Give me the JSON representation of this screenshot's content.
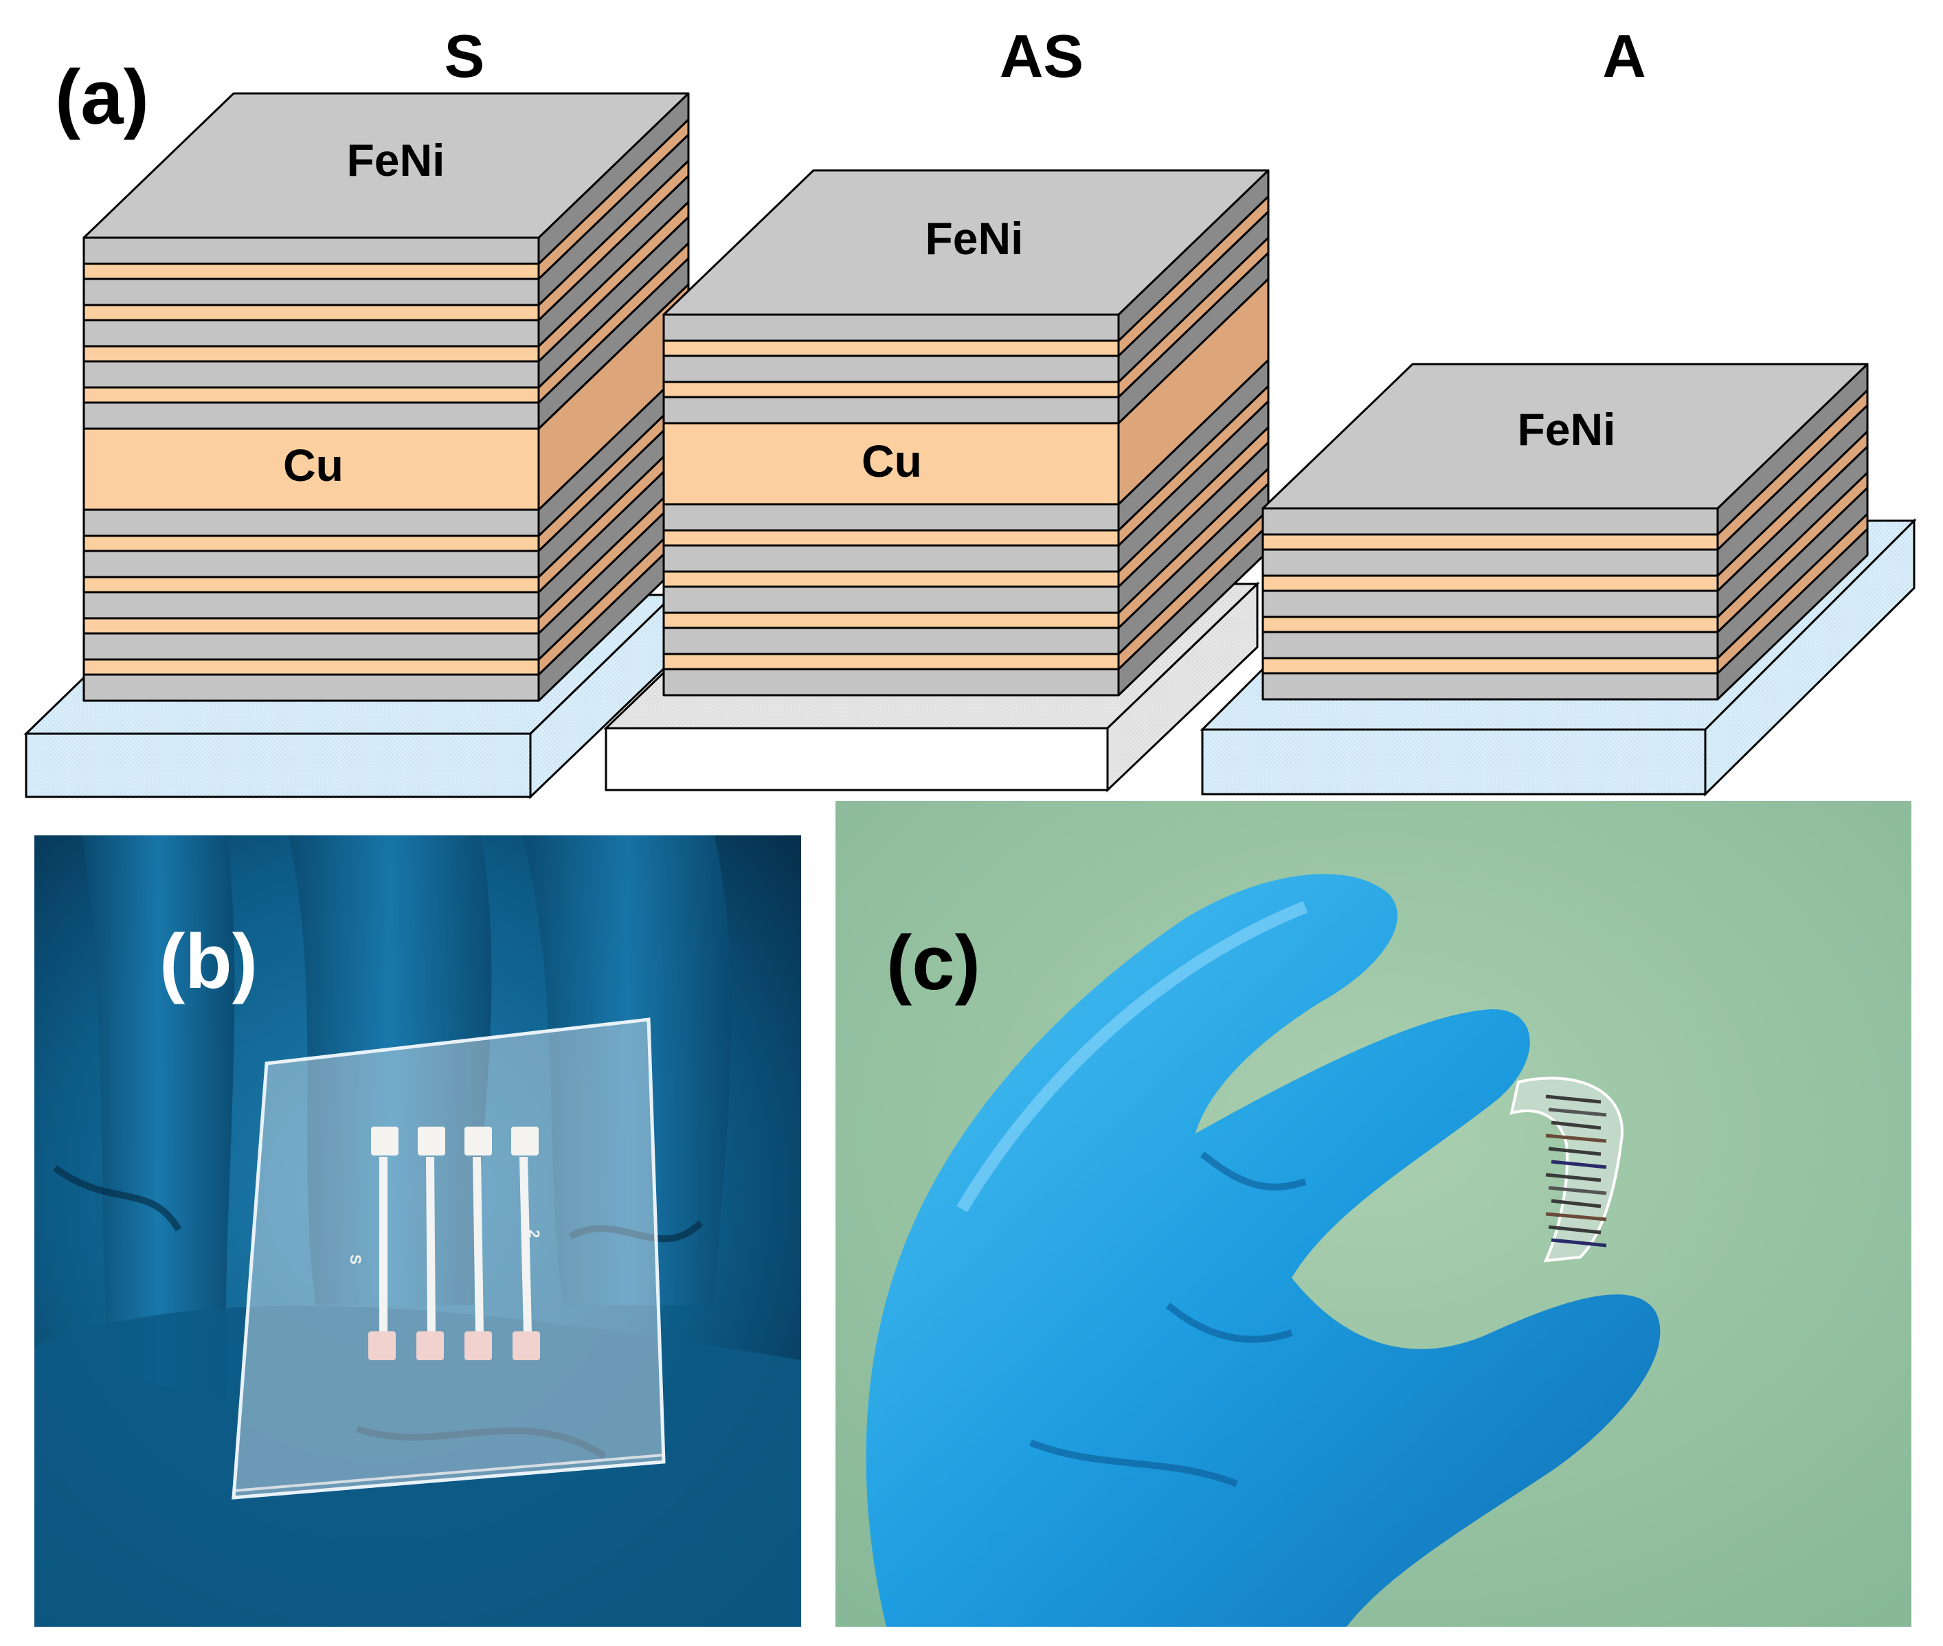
{
  "panel_labels": {
    "a": "(a)",
    "b": "(b)",
    "c": "(c)"
  },
  "stacks": [
    {
      "title": "S",
      "top_label": "FeNi",
      "cu_label": "Cu"
    },
    {
      "title": "AS",
      "top_label": "FeNi",
      "cu_label": "Cu"
    },
    {
      "title": "A",
      "top_label": "FeNi"
    }
  ],
  "photo_b": {
    "pad_count": 4,
    "side_marks": [
      "S",
      "2"
    ]
  },
  "colors": {
    "feni_front": "#c4c4c4",
    "feni_top": "#c8c8c8",
    "feni_side": "#8a8a8a",
    "cu_front": "#fbcf9f",
    "cu_side": "#dca57a",
    "substrate_glass": "#d6ecf8",
    "substrate_white": "#ffffff",
    "glove_b": "#0f5c84",
    "glove_c": "#2aa8e6",
    "photo_c_bg": "#8fbf9c"
  }
}
